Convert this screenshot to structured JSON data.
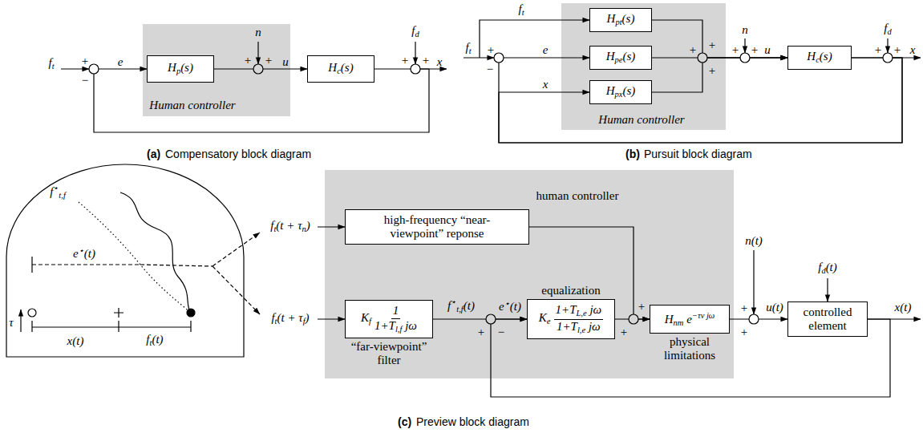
{
  "diagram": {
    "nodes": [
      {
        "text": [
          "Human controller"
        ]
      },
      {
        "text": [
          "Hp(s)"
        ],
        "in": 0
      },
      {
        "text": [
          "Hc(s)"
        ]
      },
      {
        "text": [
          "Human controller"
        ]
      },
      {
        "text": [
          "Hpt(s)"
        ],
        "in": 3
      },
      {
        "text": [
          "Hpe(s)"
        ],
        "in": 3
      },
      {
        "text": [
          "Hpx(s)"
        ],
        "in": 3
      },
      {
        "text": [
          "Hc(s)"
        ]
      },
      {
        "text": [
          "human controller"
        ]
      },
      {
        "text": [
          "high-frequency “near-viewpoint” reponse"
        ],
        "in": 8
      },
      {
        "text": [
          "Kf",
          "1",
          "1+Tl,f jω",
          "“far-viewpoint” filter"
        ],
        "in": 8
      },
      {
        "text": [
          "Ke",
          "1+TL,e jω",
          "1+Tl,e jω",
          "equalization"
        ],
        "in": 8
      },
      {
        "text": [
          "Hnm e−τv jω",
          "physical limitations"
        ],
        "in": 8
      },
      {
        "text": [
          "controlled element"
        ]
      }
    ],
    "edges": [
      {
        "from": 1,
        "to": 2,
        "arrow": "to"
      },
      {
        "from": 2,
        "to": 1,
        "arrow": "to"
      },
      {
        "from": 4,
        "to": 7,
        "arrow": "to"
      },
      {
        "from": 5,
        "to": 7,
        "arrow": "to"
      },
      {
        "from": 6,
        "to": 7,
        "arrow": "to"
      },
      {
        "from": 7,
        "to": 5,
        "arrow": "to"
      },
      {
        "from": 7,
        "to": 6,
        "arrow": "to"
      },
      {
        "from": 10,
        "to": 11,
        "arrow": "to"
      },
      {
        "from": 11,
        "to": 12,
        "arrow": "to"
      },
      {
        "from": 9,
        "to": 12,
        "arrow": "to"
      },
      {
        "from": 12,
        "to": 13,
        "arrow": "to"
      },
      {
        "from": 13,
        "to": 11,
        "arrow": "to"
      }
    ],
    "labels": [
      "ft",
      "+",
      "−",
      "e",
      "n",
      "+",
      "+",
      "u",
      "fd",
      "+",
      "+",
      "x",
      "(a)",
      "Compensatory block diagram",
      "ft",
      "ft",
      "+",
      "−",
      "e",
      "x",
      "+",
      "+",
      "+",
      "n",
      "+",
      "+",
      "u",
      "fd",
      "+",
      "+",
      "x",
      "(b)",
      "Pursuit block diagram",
      "f⋆t,f",
      "e⋆(t)",
      "τ",
      "x(t)",
      "ft(t)",
      "ft(t + τn)",
      "ft(t + τf)",
      "f⋆t,f(t)",
      "+",
      "−",
      "e⋆(t)",
      "+",
      "+",
      "n(t)",
      "+",
      "+",
      "u(t)",
      "fd(t)",
      "x(t)",
      "(c)",
      "Preview block diagram"
    ]
  }
}
